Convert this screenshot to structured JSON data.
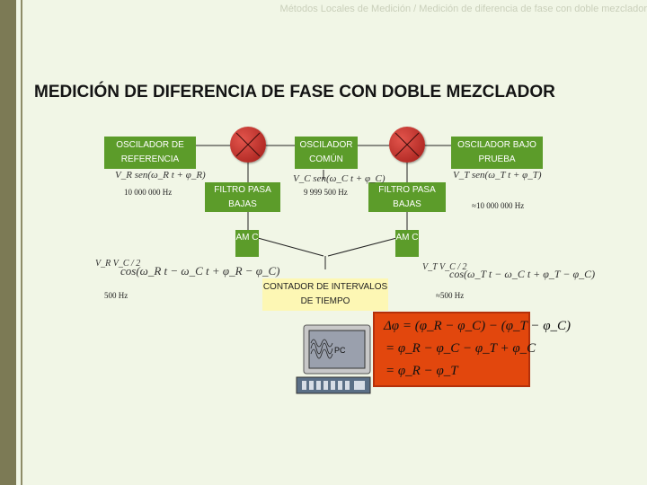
{
  "header": {
    "breadcrumb": "Métodos Locales de Medición / Medición de diferencia de fase con doble mezclador"
  },
  "title": "MEDICIÓN DE DIFERENCIA DE FASE CON DOBLE MEZCLADOR",
  "blocks": {
    "osc_ref": "OSCILADOR DE REFERENCIA",
    "osc_comun": "OSCILADOR COMÚN",
    "osc_prueba": "OSCILADOR BAJO PRUEBA",
    "filtro1": "FILTRO PASA BAJAS",
    "filtro2": "FILTRO PASA BAJAS",
    "am1": "AM C",
    "am2": "AM C",
    "contador": "CONTADOR DE INTERVALOS DE TIEMPO",
    "pc": "PC"
  },
  "freqs": {
    "ref": "10 000 000 Hz",
    "comun": "9 999 500 Hz",
    "prueba": "≈10 000 000 Hz",
    "beat1": "500 Hz",
    "beat2": "≈500 Hz"
  },
  "signals": {
    "ref": "V_R sen(ω_R t + φ_R)",
    "comun": "V_C sen(ω_C t + φ_C)",
    "prueba": "V_T sen(ω_T t + φ_T)",
    "beat1_coef": "V_R V_C / 2",
    "beat1_cos": "cos(ω_R t − ω_C t + φ_R − φ_C)",
    "beat2_coef": "V_T V_C / 2",
    "beat2_cos": "cos(ω_T t − ω_C t + φ_T − φ_C)"
  },
  "equations": [
    "Δφ = (φ_R − φ_C) − (φ_T − φ_C)",
    "= φ_R − φ_C − φ_T + φ_C",
    "= φ_R − φ_T"
  ],
  "colors": {
    "block": "#5c9c2a",
    "counter": "#fdf7b4",
    "mixer": "#c0302a",
    "result": "#e2470d"
  }
}
